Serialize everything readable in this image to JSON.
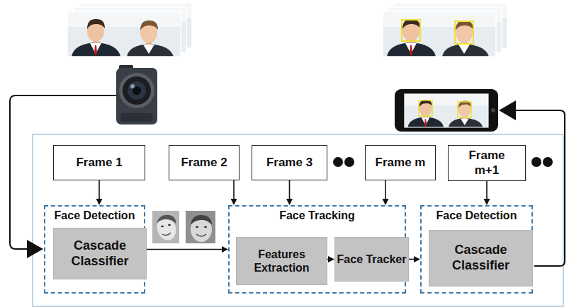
{
  "diagram": {
    "nodes": [
      {
        "text": [
          "Frame 1"
        ]
      },
      {
        "text": [
          "Frame 2"
        ]
      },
      {
        "text": [
          "Frame 3"
        ]
      },
      {
        "text": [
          "Frame m"
        ]
      },
      {
        "text": [
          "Frame m+1"
        ]
      },
      {
        "text": [
          "Face Detection"
        ]
      },
      {
        "text": [
          "Cascade Classifier"
        ],
        "in": 5
      },
      {
        "text": [
          "Face Tracking"
        ]
      },
      {
        "text": [
          "Features Extraction"
        ],
        "in": 7
      },
      {
        "text": [
          "Face Tracker"
        ],
        "in": 7
      },
      {
        "text": [
          "Face Detection"
        ]
      },
      {
        "text": [
          "Cascade Classifier"
        ],
        "in": 10
      }
    ],
    "edges": [
      {
        "from": 0,
        "to": 5,
        "arrow": "to"
      },
      {
        "from": 1,
        "to": 7,
        "arrow": "to"
      },
      {
        "from": 2,
        "to": 7,
        "arrow": "to"
      },
      {
        "from": 3,
        "to": 7,
        "arrow": "to"
      },
      {
        "from": 4,
        "to": 10,
        "arrow": "to"
      },
      {
        "from": 5,
        "to": 7,
        "arrow": "to"
      },
      {
        "from": 8,
        "to": 9,
        "arrow": "to"
      },
      {
        "from": 9,
        "to": 10,
        "arrow": "to"
      }
    ]
  }
}
